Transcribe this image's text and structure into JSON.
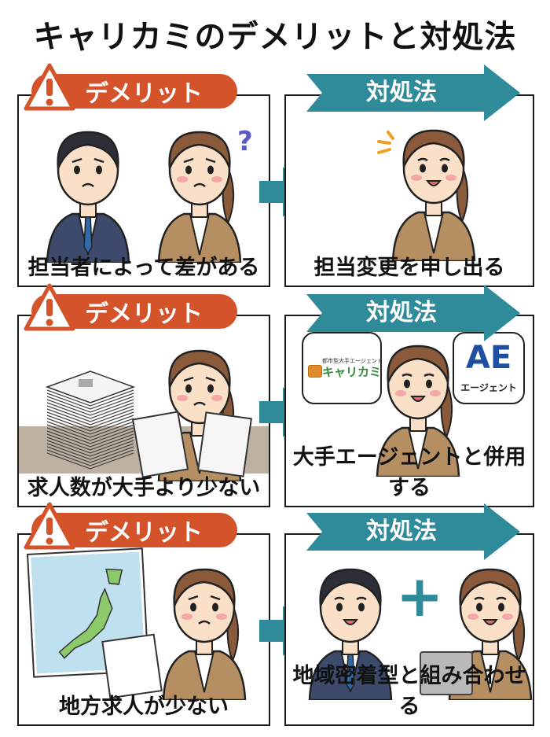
{
  "title": "キャリカミのデメリットと対処法",
  "colors": {
    "demerit": "#d4532a",
    "solution": "#2f8a99",
    "suit_navy": "#3d4a6b",
    "jacket_tan": "#b58f62"
  },
  "rows": [
    {
      "demerit": {
        "tag": "デメリット",
        "icon": "warning-icon",
        "caption": "担当者によって差がある",
        "illustration": "confused-consultants"
      },
      "solution": {
        "tag": "対処法",
        "caption": "担当変更を申し出る",
        "illustration": "smiling-woman-gesturing"
      }
    },
    {
      "demerit": {
        "tag": "デメリット",
        "icon": "warning-icon",
        "caption": "求人数が大手より少ない",
        "illustration": "stack-of-job-postings"
      },
      "solution": {
        "tag": "対処法",
        "caption": "大手エージェントと併用する",
        "illustration": "woman-pointing-at-logos",
        "logo_left": {
          "sub": "都市型大手エージェント",
          "name": "キャリカミ"
        },
        "logo_right": {
          "big": "AE",
          "sub": "エージェント"
        }
      }
    },
    {
      "demerit": {
        "tag": "デメリット",
        "icon": "warning-icon",
        "caption": "地方求人が少ない",
        "illustration": "japan-map-woman"
      },
      "solution": {
        "tag": "対処法",
        "caption": "地域密着型と組み合わせる",
        "illustration": "man-plus-woman",
        "plus": "+"
      }
    }
  ]
}
